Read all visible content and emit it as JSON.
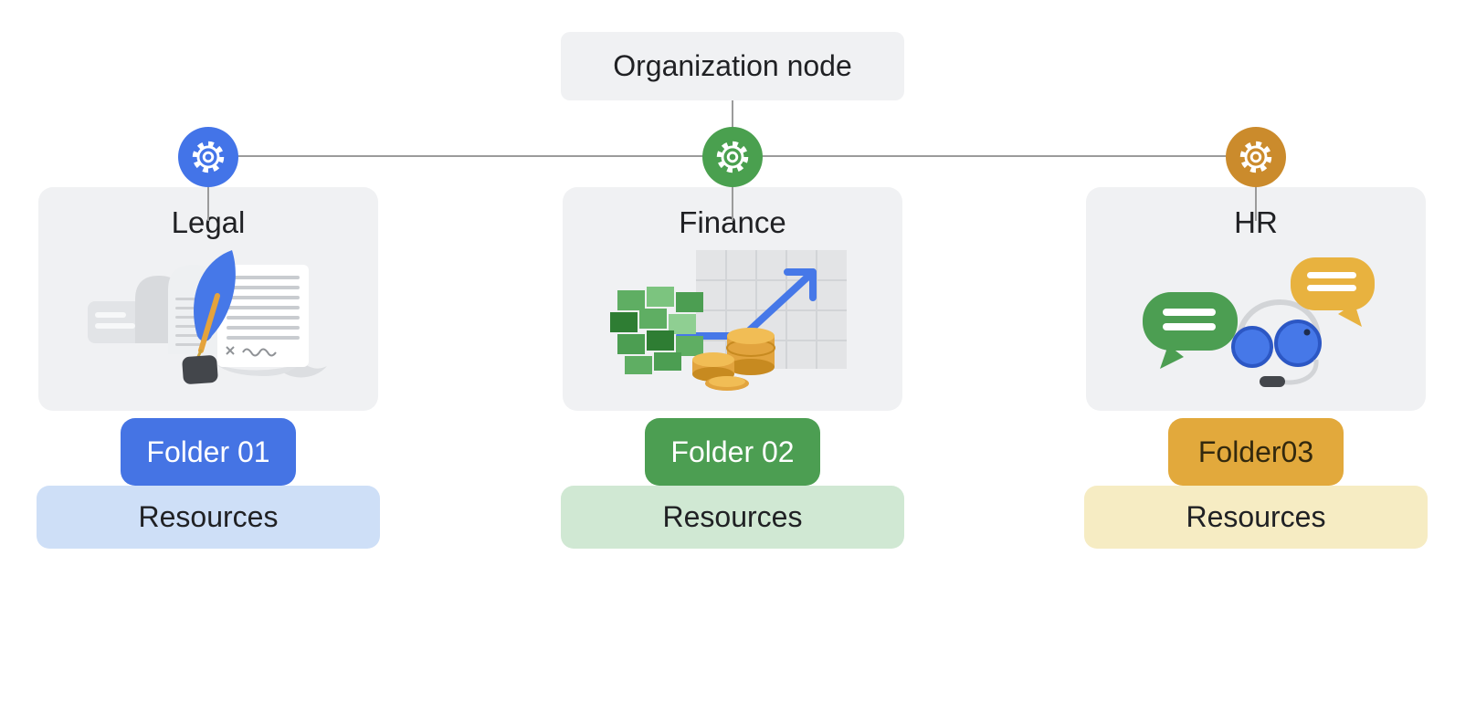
{
  "diagram": {
    "root_label": "Organization node",
    "colors": {
      "node_bg": "#f0f1f3",
      "text": "#202124",
      "connector": "#9b9b9b"
    },
    "departments": [
      {
        "name": "Legal",
        "gear_icon": "gear-icon",
        "gear_color": "#4374e8",
        "illustration": "legal-quill-documents-illustration",
        "folder": {
          "label": "Folder 01",
          "bg": "#4574e4",
          "text_color": "#ffffff"
        },
        "resources": {
          "label": "Resources",
          "bg": "#cedff7"
        }
      },
      {
        "name": "Finance",
        "gear_icon": "gear-icon",
        "gear_color": "#4aa04f",
        "illustration": "finance-money-growth-illustration",
        "folder": {
          "label": "Folder 02",
          "bg": "#4c9e52",
          "text_color": "#ffffff"
        },
        "resources": {
          "label": "Resources",
          "bg": "#d0e8d3"
        }
      },
      {
        "name": "HR",
        "gear_icon": "gear-icon",
        "gear_color": "#cb8b2c",
        "illustration": "hr-headset-chat-illustration",
        "folder": {
          "label": "Folder03",
          "bg": "#e2a93c",
          "text_color": "#33290e"
        },
        "resources": {
          "label": "Resources",
          "bg": "#f6ecc3"
        }
      }
    ]
  }
}
